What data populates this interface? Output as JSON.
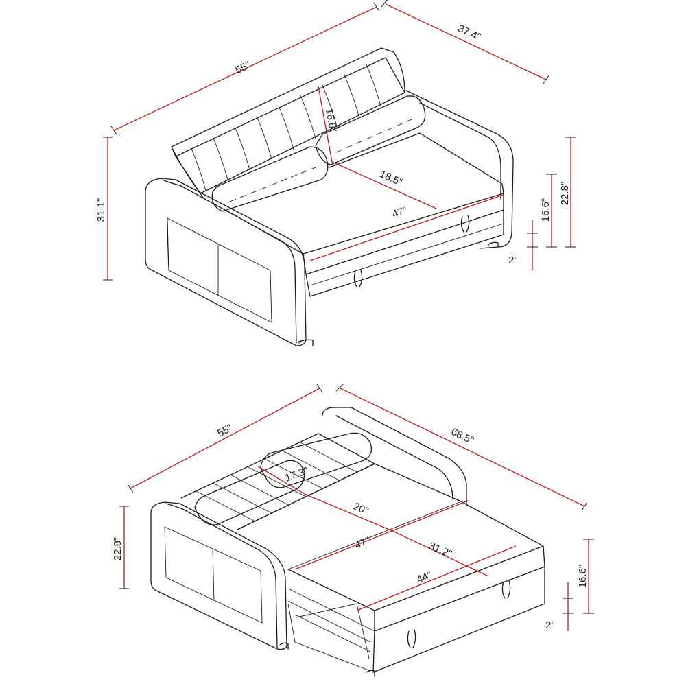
{
  "colors": {
    "dimension_line": "#c21b1b",
    "outline": "#1a1a1a",
    "background": "#ffffff"
  },
  "sofa_view": {
    "width": "55\"",
    "depth": "37.4\"",
    "total_height": "31.1\"",
    "backrest_height": "16.6\"",
    "seat_depth": "18.5\"",
    "seat_width": "47\"",
    "seat_height": "16.6\"",
    "arm_height": "22.8\"",
    "leg_height": "2\""
  },
  "bed_view": {
    "width": "55\"",
    "length": "68.5\"",
    "arm_height": "22.8\"",
    "backrest_depth": "17.3\"",
    "seat_depth": "20\"",
    "seat_width": "47\"",
    "extension_depth": "31.2\"",
    "extension_width": "44\"",
    "seat_height": "16.6\"",
    "leg_height": "2\""
  }
}
